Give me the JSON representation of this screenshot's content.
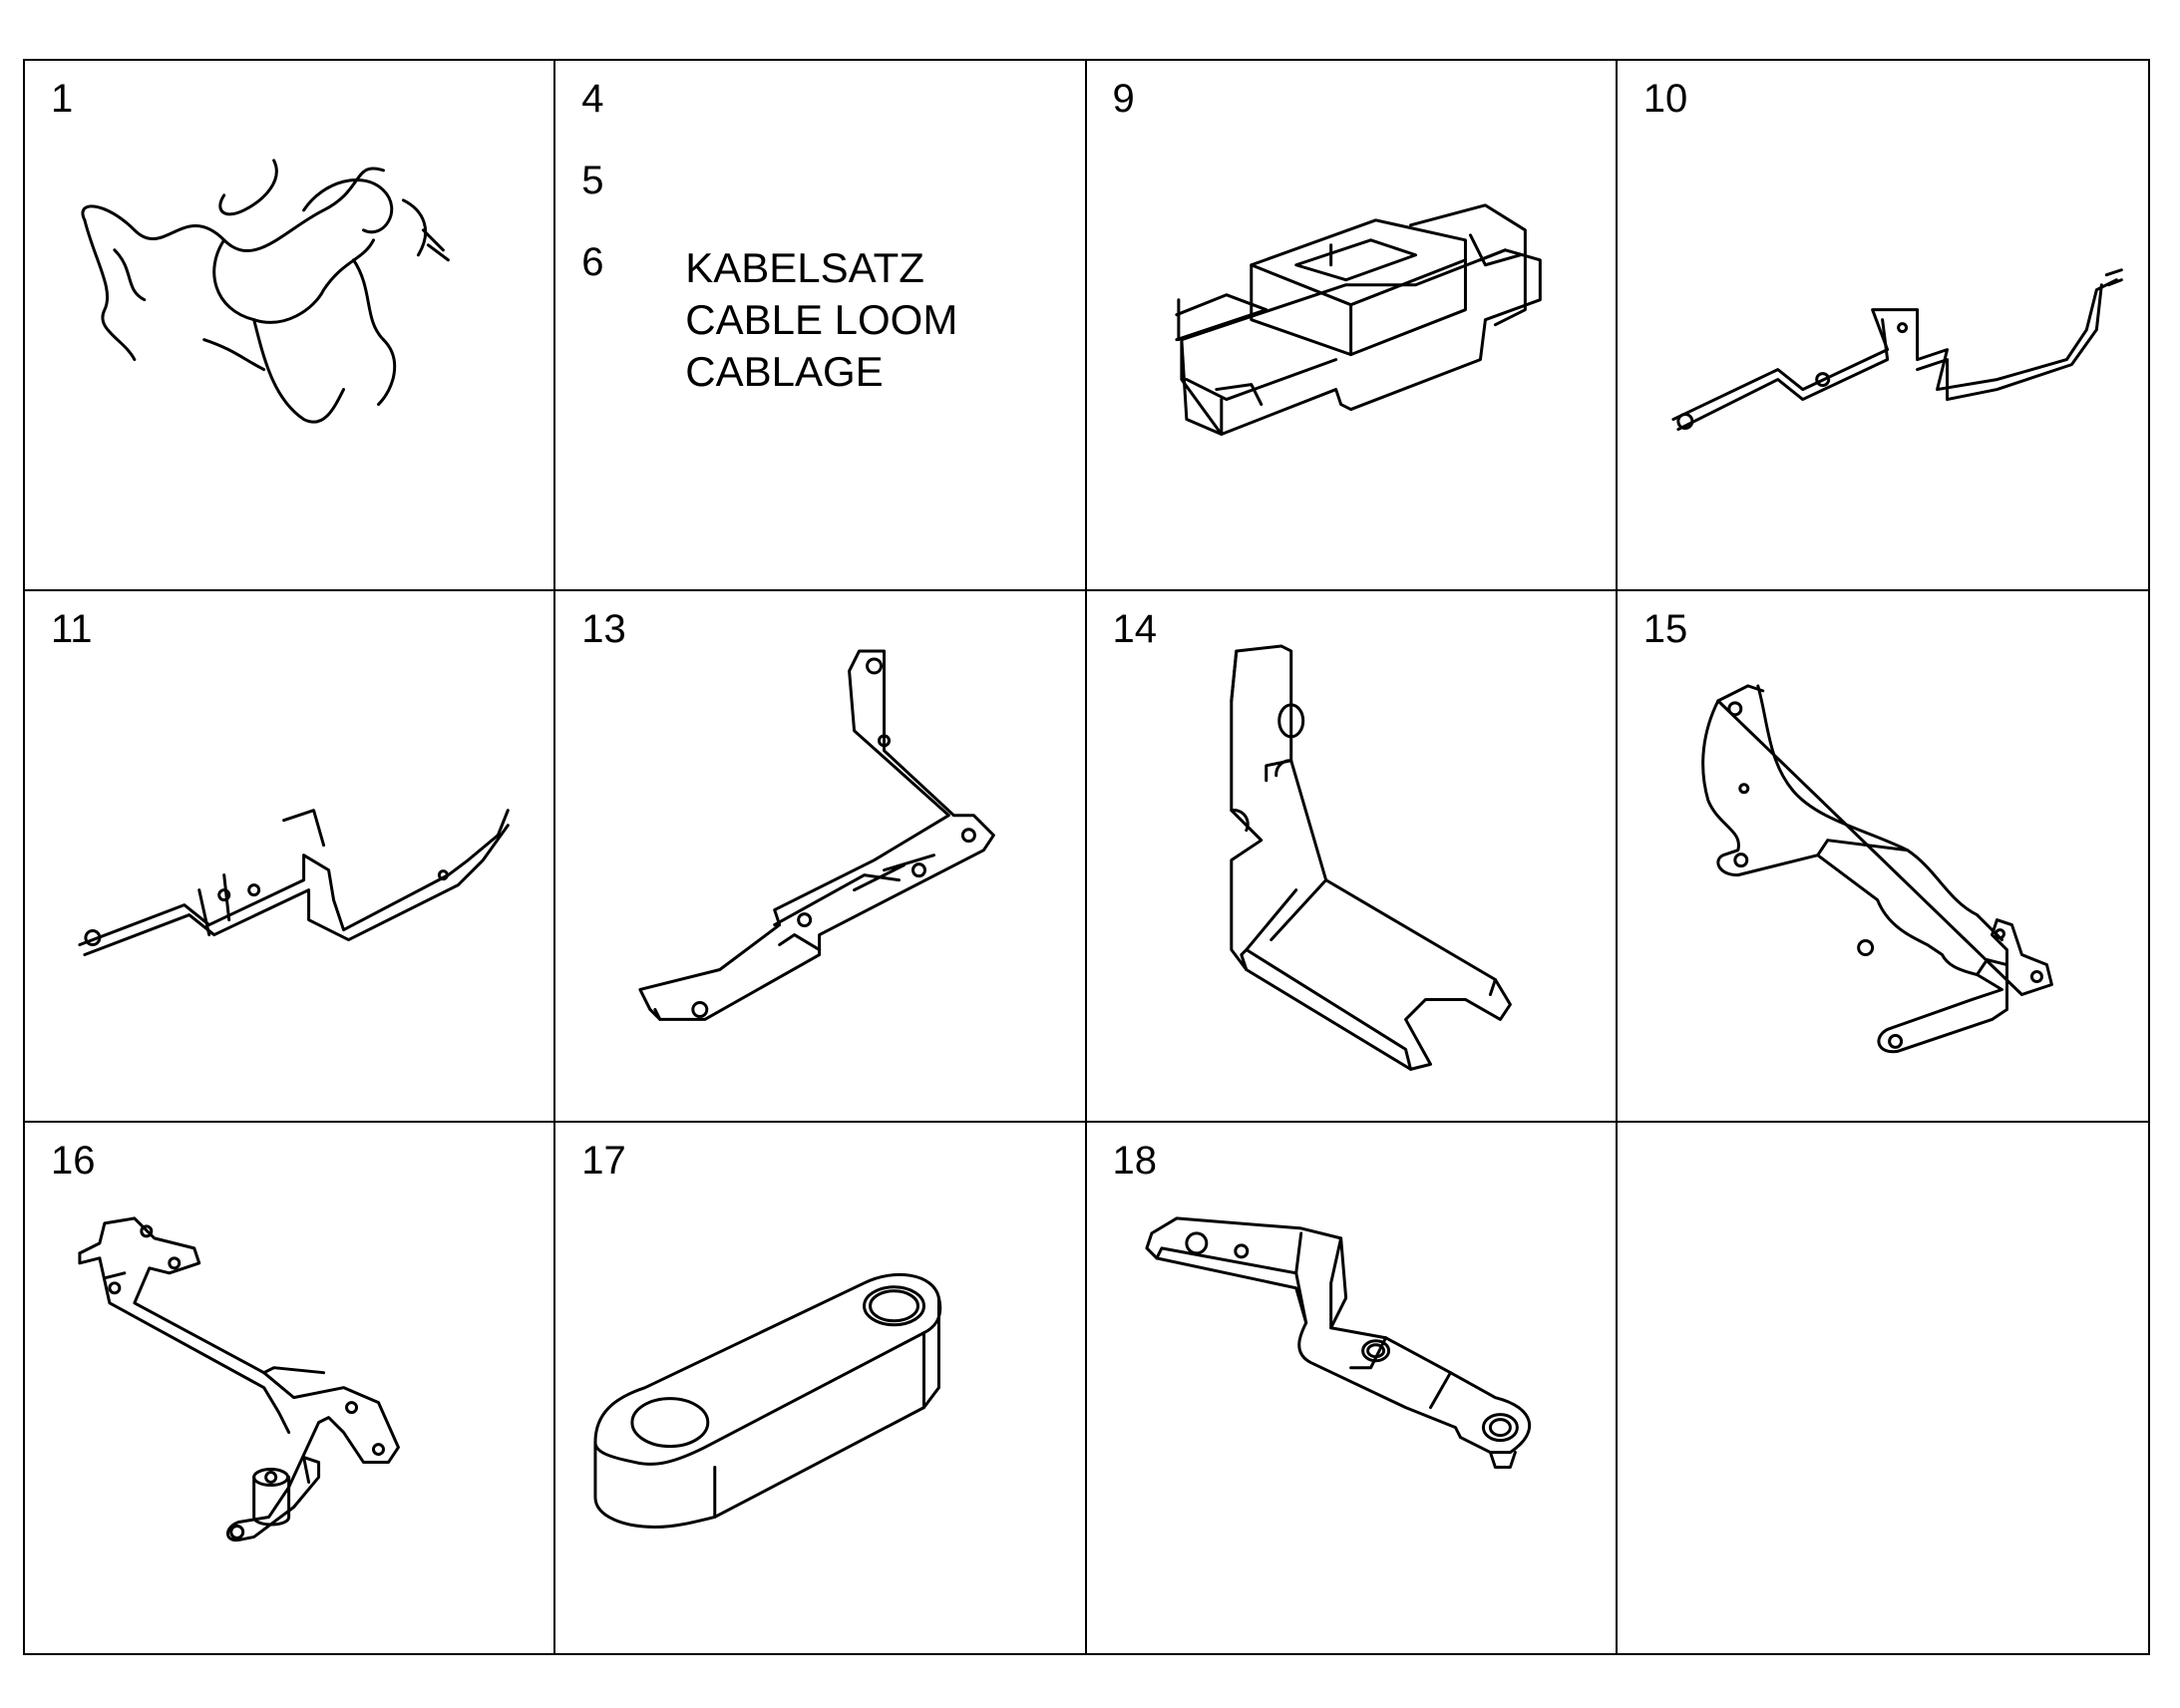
{
  "cells": [
    {
      "number": "1",
      "part": "cable-harness"
    },
    {
      "numbers": [
        "4",
        "5",
        "6"
      ],
      "label": [
        "KABELSATZ",
        "CABLE LOOM",
        "CABLAGE"
      ]
    },
    {
      "number": "9",
      "part": "holder-block"
    },
    {
      "number": "10",
      "part": "long-bracket"
    },
    {
      "number": "11",
      "part": "long-bracket"
    },
    {
      "number": "13",
      "part": "bent-bracket"
    },
    {
      "number": "14",
      "part": "angle-bracket"
    },
    {
      "number": "15",
      "part": "curved-bracket"
    },
    {
      "number": "16",
      "part": "bracket-with-post"
    },
    {
      "number": "17",
      "part": "spacer-plate"
    },
    {
      "number": "18",
      "part": "offset-lever"
    },
    {
      "number": "",
      "part": "empty"
    }
  ]
}
